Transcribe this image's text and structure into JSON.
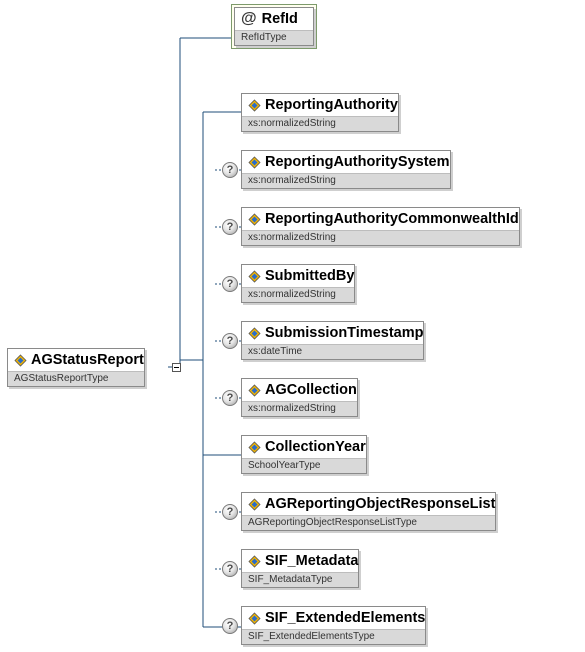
{
  "root": {
    "name": "AGStatusReport",
    "type": "AGStatusReportType"
  },
  "attribute": {
    "name": "RefId",
    "type": "RefIdType"
  },
  "children": [
    {
      "name": "ReportingAuthority",
      "type": "xs:normalizedString",
      "optional": false
    },
    {
      "name": "ReportingAuthoritySystem",
      "type": "xs:normalizedString",
      "optional": true
    },
    {
      "name": "ReportingAuthorityCommonwealthId",
      "type": "xs:normalizedString",
      "optional": true
    },
    {
      "name": "SubmittedBy",
      "type": "xs:normalizedString",
      "optional": true
    },
    {
      "name": "SubmissionTimestamp",
      "type": "xs:dateTime",
      "optional": true
    },
    {
      "name": "AGCollection",
      "type": "xs:normalizedString",
      "optional": true
    },
    {
      "name": "CollectionYear",
      "type": "SchoolYearType",
      "optional": false
    },
    {
      "name": "AGReportingObjectResponseList",
      "type": "AGReportingObjectResponseListType",
      "optional": true
    },
    {
      "name": "SIF_Metadata",
      "type": "SIF_MetadataType",
      "optional": true
    },
    {
      "name": "SIF_ExtendedElements",
      "type": "SIF_ExtendedElementsType",
      "optional": true
    }
  ],
  "icons": {
    "element": "element-icon",
    "attribute": "at-icon",
    "optional": "question-icon"
  },
  "colors": {
    "connector": "#1f4e79",
    "type_band": "#d9d9d9",
    "attribute_bg": "#ffffee"
  }
}
